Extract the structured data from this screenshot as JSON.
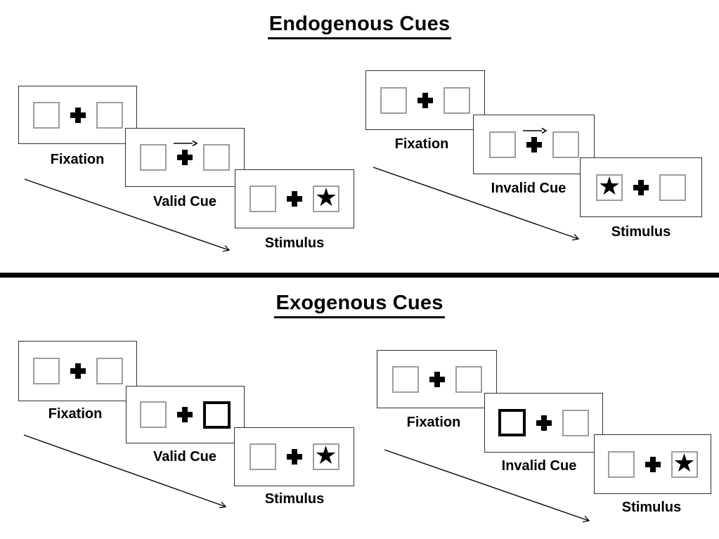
{
  "colors": {
    "background": "#ffffff",
    "ink": "#000000",
    "panel_border": "#2f2f2f",
    "placeholder_box_border": "#9d9d9d"
  },
  "glyphs": {
    "star": "★",
    "fixation_cross": "+",
    "cue_arrow": "→"
  },
  "sections": [
    {
      "title": "Endogenous Cues",
      "trials": [
        {
          "type": "valid",
          "cue_style": "central-arrow-right",
          "panels": [
            {
              "label": "Fixation"
            },
            {
              "label": "Valid Cue"
            },
            {
              "label": "Stimulus",
              "target_side": "right"
            }
          ]
        },
        {
          "type": "invalid",
          "cue_style": "central-arrow-right",
          "panels": [
            {
              "label": "Fixation"
            },
            {
              "label": "Invalid Cue"
            },
            {
              "label": "Stimulus",
              "target_side": "left"
            }
          ]
        }
      ]
    },
    {
      "title": "Exogenous Cues",
      "trials": [
        {
          "type": "valid",
          "cue_style": "highlighted-box-right",
          "panels": [
            {
              "label": "Fixation"
            },
            {
              "label": "Valid Cue"
            },
            {
              "label": "Stimulus",
              "target_side": "right"
            }
          ]
        },
        {
          "type": "invalid",
          "cue_style": "highlighted-box-left",
          "panels": [
            {
              "label": "Fixation"
            },
            {
              "label": "Invalid Cue"
            },
            {
              "label": "Stimulus",
              "target_side": "right"
            }
          ]
        }
      ]
    }
  ]
}
